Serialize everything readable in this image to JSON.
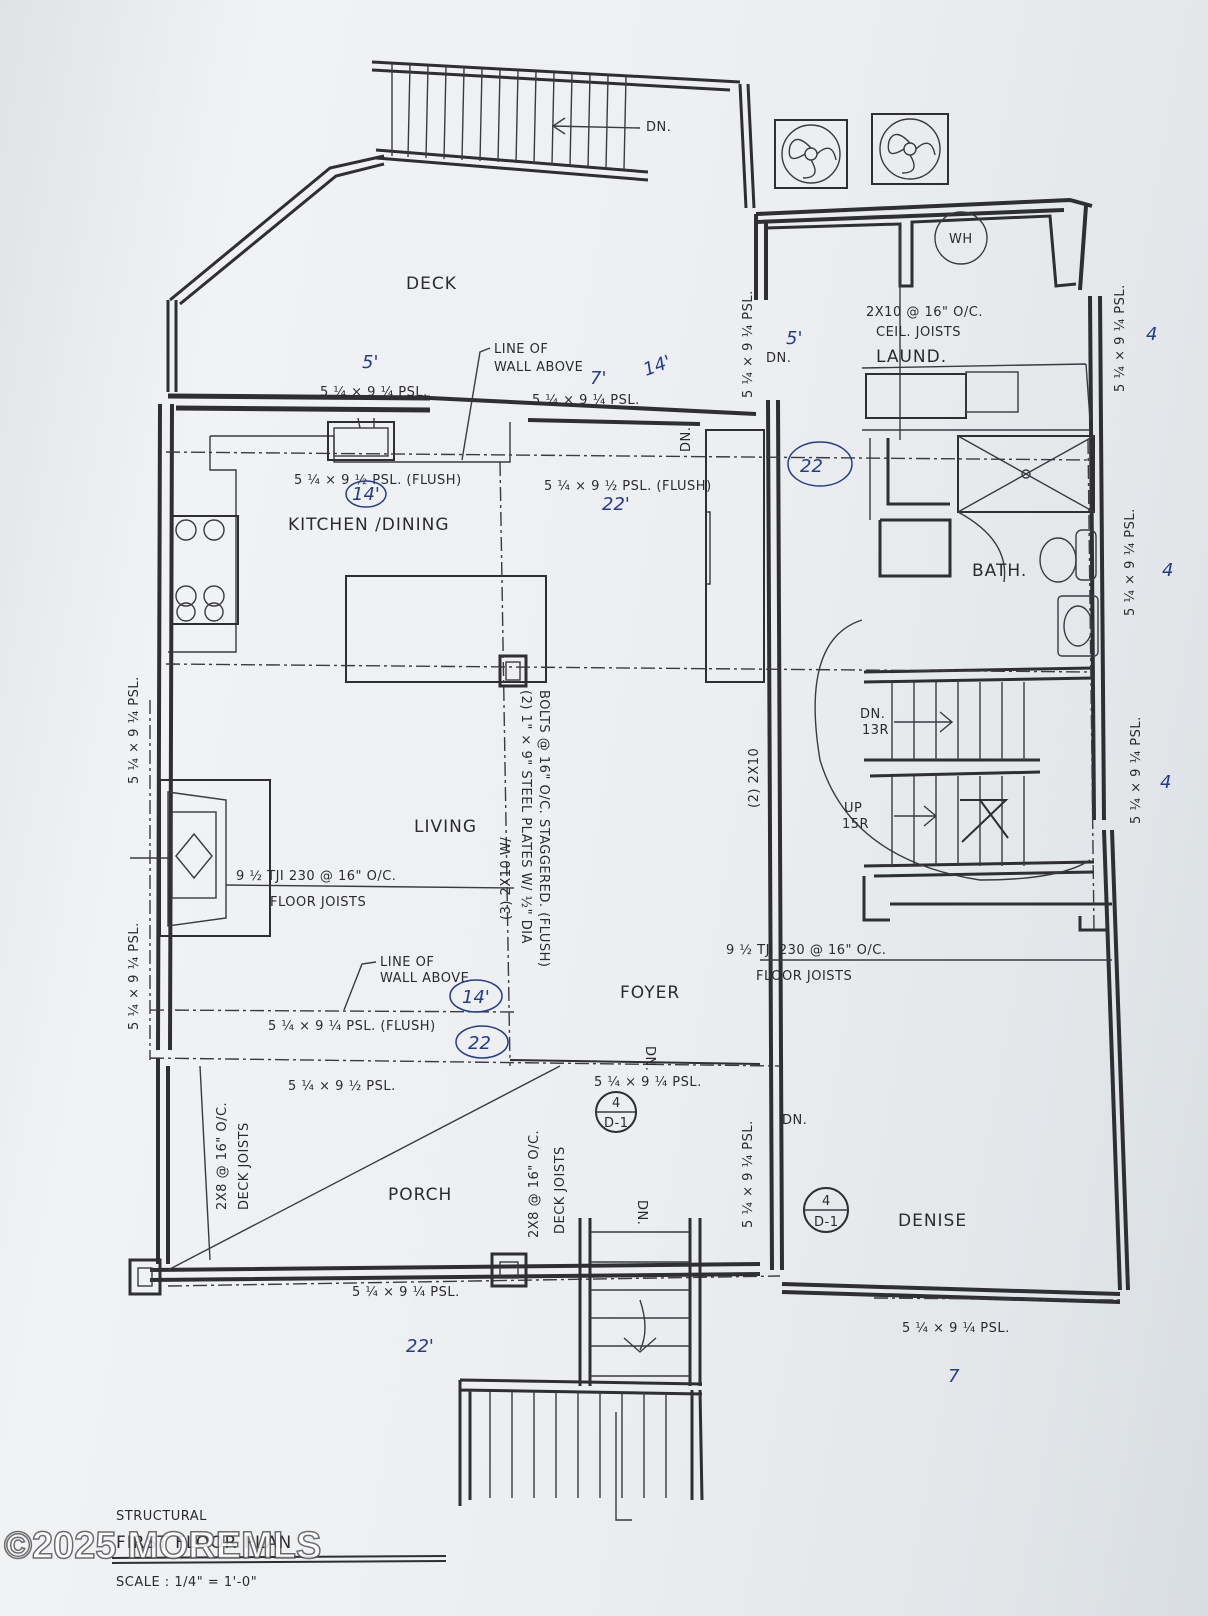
{
  "plan": {
    "rooms": {
      "deck": "DECK",
      "kitchen": "KITCHEN /DINING",
      "living": "LIVING",
      "foyer": "FOYER",
      "porch": "PORCH",
      "laundry": "LAUND.",
      "bath": "BATH.",
      "denise": "DENISE"
    },
    "notes": {
      "line_of_wall_1": "LINE OF",
      "line_of_wall_2": "WALL ABOVE",
      "line_of_wall_3": "LINE OF",
      "line_of_wall_4": "WALL ABOVE",
      "psl_top_left": "5 ¼ × 9 ¼ PSL.",
      "psl_top_mid": "5 ¼ × 9 ¼ PSL.",
      "psl_flush_left": "5 ¼ × 9 ½ PSL. (FLUSH)",
      "psl_flush_right": "5 ¼ × 9 ½ PSL. (FLUSH)",
      "ceil_joists_1": "2X10 @ 16\" O/C.",
      "ceil_joists_2": "CEIL. JOISTS",
      "floor_joists_1a": "9 ½ TJI 230 @ 16\" O/C.",
      "floor_joists_1b": "FLOOR JOISTS",
      "floor_joists_2a": "9 ½ TJI 230 @ 16\" O/C.",
      "floor_joists_2b": "FLOOR JOISTS",
      "steel_plates_1": "(2) 1\" × 9\" STEEL PLATES W/ ½\" DIA",
      "steel_plates_2": "BOLTS @ 16\" O/C. STAGGERED. (FLUSH)",
      "two_by_ten": "(2) 2X10",
      "three_by_ten": "(3) 2X10 W/",
      "psl_foyer_flush": "5 ¼ × 9 ¼ PSL. (FLUSH)",
      "psl_porch_top": "5 ¼ × 9 ½ PSL.",
      "psl_porch_bottom": "5 ¼ × 9 ¼ PSL.",
      "psl_foyer": "5 ¼ × 9 ¼ PSL.",
      "psl_denise_bottom": "5 ¼ × 9 ¼ PSL.",
      "psl_left_1": "5 ¼ × 9 ¼ PSL.",
      "psl_left_2": "5 ¼ × 9 ¼ PSL.",
      "psl_right_1": "5 ¼ × 9 ¼ PSL.",
      "psl_right_2": "5 ¼ × 9 ¼ PSL.",
      "psl_right_3": "5 ¼ × 9 ¼ PSL.",
      "psl_mid_1": "5 ¼ × 9 ¼ PSL.",
      "psl_mid_2": "5 ¼ × 9 ¼ PSL.",
      "deck_joists_1a": "2X8 @ 16\" O/C.",
      "deck_joists_1b": "DECK JOISTS",
      "deck_joists_2a": "2X8 @ 16\" O/C.",
      "deck_joists_2b": "DECK JOISTS",
      "dn": "DN.",
      "dn_13r": "DN.",
      "r13": "13R",
      "up_15r": "UP",
      "r15": "15R",
      "wh": "WH",
      "section_num": "4",
      "section_ref": "D-1"
    },
    "handwritten": {
      "h1": "5'",
      "h2": "7'",
      "h3": "14'",
      "h4": "22'",
      "h5": "22",
      "h6": "14'",
      "h7": "22",
      "h8": "22'",
      "h9": "5'",
      "h10": "4",
      "h11": "4",
      "h12": "4",
      "h13": "7"
    },
    "title_block": {
      "structural": "STRUCTURAL",
      "plan_name": "FIRST FLOOR PLAN",
      "scale": "SCALE : 1/4\" = 1'-0\""
    },
    "watermark": "©2025 MOREMLS"
  }
}
